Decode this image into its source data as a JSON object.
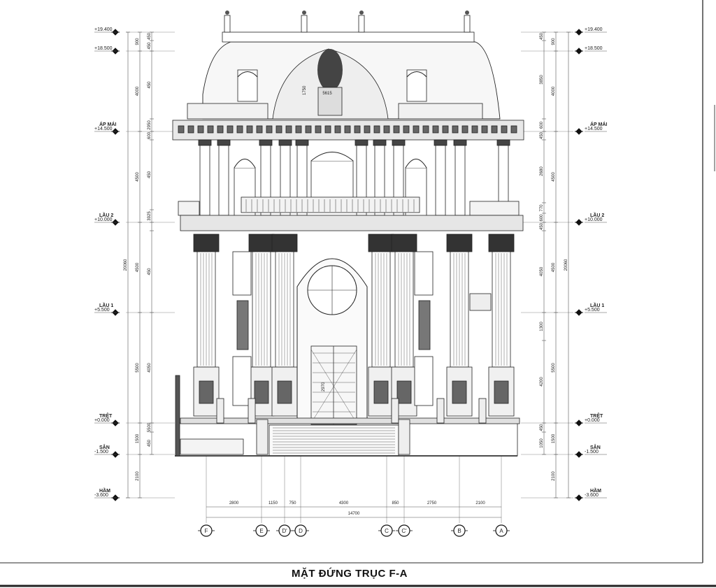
{
  "title": "MẶT ĐỨNG TRỤC F-A",
  "levels": [
    {
      "name": "",
      "elev": "+19.400"
    },
    {
      "name": "",
      "elev": "+18.500"
    },
    {
      "name": "ÁP MÁI",
      "elev": "+14.500"
    },
    {
      "name": "LẦU 2",
      "elev": "+10.000"
    },
    {
      "name": "LẦU 1",
      "elev": "+5.500"
    },
    {
      "name": "TRỆT",
      "elev": "+0.000"
    },
    {
      "name": "SÂN",
      "elev": "-1.500"
    },
    {
      "name": "HẦM",
      "elev": "-3.600"
    }
  ],
  "axes": [
    "F",
    "E",
    "D'",
    "D",
    "C",
    "C'",
    "B",
    "A"
  ],
  "axis_dims": [
    "2800",
    "1150",
    "750",
    "4300",
    "850",
    "2750",
    "2100"
  ],
  "axis_total": "14700",
  "vertical_dims": {
    "total": "20060",
    "floor_segments": [
      "900",
      "4000",
      "4500",
      "4500",
      "5500",
      "1500",
      "2100"
    ],
    "left_detail": [
      "450",
      "450",
      "2950",
      "600",
      "450",
      "3925",
      "450",
      "4050",
      "5500",
      "450",
      "1050"
    ],
    "right_detail": [
      "450",
      "3850",
      "600",
      "450",
      "2680",
      "770",
      "600",
      "450",
      "4050",
      "1300",
      "4200",
      "450",
      "1050"
    ]
  },
  "annotations": [
    "5615",
    "1750",
    "2970"
  ]
}
